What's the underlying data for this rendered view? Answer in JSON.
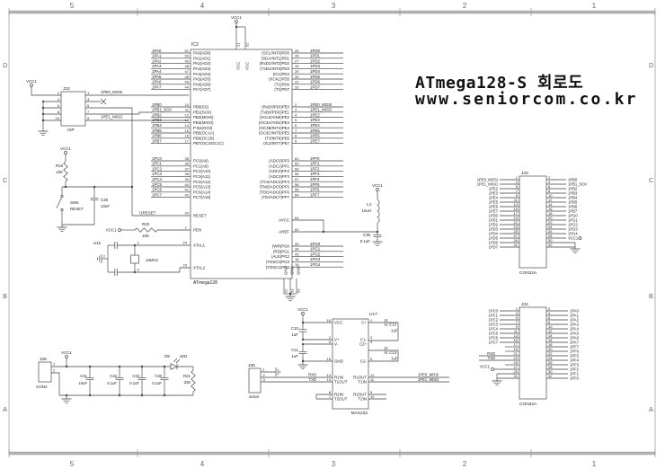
{
  "grid": {
    "cols": [
      "5",
      "4",
      "3",
      "2",
      "1"
    ],
    "rows": [
      "D",
      "C",
      "B",
      "A"
    ]
  },
  "title": {
    "line1": "ATmega128-S 회로도",
    "line2": "www.seniorcom.co.kr"
  },
  "power": {
    "vcc": "VCC1"
  },
  "ic2": {
    "ref": "IC2",
    "part": "ATmega128",
    "top_pins": [
      {
        "pin": "21",
        "name": "VCC"
      },
      {
        "pin": "52",
        "name": "VCC"
      }
    ],
    "bottom_pins": [
      {
        "pin": "22",
        "name": "GND"
      },
      {
        "pin": "53",
        "name": "GND"
      },
      {
        "pin": "63",
        "name": "GND"
      }
    ],
    "left_groups": [
      {
        "rows": [
          {
            "net": "1PA0",
            "pin": "51",
            "name": "PA0(AD0)"
          },
          {
            "net": "1PA1",
            "pin": "50",
            "name": "PA1(AD1)"
          },
          {
            "net": "1PA2",
            "pin": "49",
            "name": "PA2(AD2)"
          },
          {
            "net": "1PA3",
            "pin": "48",
            "name": "PA3(AD3)"
          },
          {
            "net": "1PA4",
            "pin": "47",
            "name": "PA4(AD4)"
          },
          {
            "net": "1PA5",
            "pin": "46",
            "name": "PA5(AD5)"
          },
          {
            "net": "1PA6",
            "pin": "45",
            "name": "PA6(AD6)"
          },
          {
            "net": "1PA7",
            "pin": "44",
            "name": "PA7(AD7)"
          }
        ]
      },
      {
        "rows": [
          {
            "net": "1PB0",
            "pin": "10",
            "name": "PB0(SS)"
          },
          {
            "net": "1PB1_SCK",
            "pin": "11",
            "name": "PB1(SCK)"
          },
          {
            "net": "1PB2",
            "pin": "12",
            "name": "PB2(MOSI)"
          },
          {
            "net": "1PB3",
            "pin": "13",
            "name": "PB3(MISO)"
          },
          {
            "net": "1PB4",
            "pin": "14",
            "name": "P B4(OC0)"
          },
          {
            "net": "1PB5",
            "pin": "15",
            "name": "PB5(OC1A)"
          },
          {
            "net": "1PB6",
            "pin": "16",
            "name": "PB6(OC1B)"
          },
          {
            "net": "1PB7",
            "pin": "17",
            "name": "PB7(OC2/OC1C)"
          }
        ]
      },
      {
        "rows": [
          {
            "net": "1PC0",
            "pin": "35",
            "name": "PC0(A8)"
          },
          {
            "net": "1PC1",
            "pin": "36",
            "name": "PC1(A9)"
          },
          {
            "net": "1PC2",
            "pin": "37",
            "name": "PC2(A10)"
          },
          {
            "net": "1PC3",
            "pin": "38",
            "name": "PC3(A11)"
          },
          {
            "net": "1PC4",
            "pin": "39",
            "name": "PC4(A12)"
          },
          {
            "net": "1PC5",
            "pin": "40",
            "name": "PC5(A13)"
          },
          {
            "net": "1PC6",
            "pin": "41",
            "name": "PC6(A14)"
          },
          {
            "net": "1PC7",
            "pin": "42",
            "name": "PC7(A15)"
          }
        ]
      }
    ],
    "reset": {
      "net": "/1RESET",
      "pin": "20",
      "name": "RESET"
    },
    "pen": {
      "pin": "1",
      "name": "PEN"
    },
    "xtal1": {
      "pin": "24",
      "name": "XTAL1"
    },
    "xtal2": {
      "pin": "23",
      "name": "XTAL2"
    },
    "right_groups": [
      {
        "rows": [
          {
            "name": "(SCL/INT0)PD0",
            "pin": "25",
            "net": "1PD0"
          },
          {
            "name": "(SDA/INT1)PD1",
            "pin": "26",
            "net": "1PD1"
          },
          {
            "name": "(RxD1/INT2)PD2",
            "pin": "27",
            "net": "1PD2"
          },
          {
            "name": "(TxD1/INT3)PD3",
            "pin": "28",
            "net": "1PD3"
          },
          {
            "name": "(IC1)PD4",
            "pin": "29",
            "net": "1PD4"
          },
          {
            "name": "(XCK1)PD5",
            "pin": "30",
            "net": "1PD5"
          },
          {
            "name": "(T1)PD6",
            "pin": "31",
            "net": "1PD6"
          },
          {
            "name": "(T2)PD7",
            "pin": "32",
            "net": "1PD7"
          }
        ]
      },
      {
        "rows": [
          {
            "name": "(RxD0/PDI)PE0",
            "pin": "2",
            "net": "1PE0_MOSI"
          },
          {
            "name": "(TxD0/PDO)PE1",
            "pin": "3",
            "net": "1PE1_MISO"
          },
          {
            "name": "(XCL0/AIN0)PE2",
            "pin": "4",
            "net": "1PE2"
          },
          {
            "name": "(OC3A/AIN1)PE3",
            "pin": "5",
            "net": "1PE3"
          },
          {
            "name": "(OC3B/INT4)PE4",
            "pin": "6",
            "net": "1PE4"
          },
          {
            "name": "(OC3C/INT5)PE5",
            "pin": "7",
            "net": "1PE5"
          },
          {
            "name": "(T3/INT6)PE6",
            "pin": "8",
            "net": "1PE6"
          },
          {
            "name": "(IC3/INT7)PE7",
            "pin": "9",
            "net": "1PE7"
          }
        ]
      },
      {
        "rows": [
          {
            "name": "(ADC0)PF0",
            "pin": "61",
            "net": "1PF0"
          },
          {
            "name": "(ADC1)PF1",
            "pin": "60",
            "net": "1PF1"
          },
          {
            "name": "(ADC2)PF2",
            "pin": "59",
            "net": "1PF2"
          },
          {
            "name": "(ADC3)PF3",
            "pin": "58",
            "net": "1PF3"
          },
          {
            "name": "(TCK/ADC4)PF4",
            "pin": "57",
            "net": "1PF4"
          },
          {
            "name": "(TMS/ADC5)PF5",
            "pin": "56",
            "net": "1PF5"
          },
          {
            "name": "(TDO/ADC6)PF6",
            "pin": "55",
            "net": "1PF6"
          },
          {
            "name": "(TDI/ADC7)PF7",
            "pin": "54",
            "net": "1PF7"
          }
        ]
      }
    ],
    "avcc": {
      "pin": "64",
      "name": "AVCC"
    },
    "aref": {
      "pin": "62",
      "name": "AREF"
    },
    "pg": {
      "rows": [
        {
          "name": "(WR)PG0",
          "pin": "33",
          "net": "1PG0"
        },
        {
          "name": "(RD)PG1",
          "pin": "34",
          "net": "1PG1"
        },
        {
          "name": "(ALE)PG2",
          "pin": "43",
          "net": "1PG2"
        },
        {
          "name": "(TOSC2)PG3",
          "pin": "18",
          "net": "1PG3"
        },
        {
          "name": "(TOSC1)PG4",
          "pin": "19",
          "net": "1PG4"
        }
      ]
    }
  },
  "isp": {
    "ref": "J32",
    "name": "ISP",
    "left_pins": [
      "2",
      "4",
      "6",
      "8",
      "10"
    ],
    "right_pins": [
      "1",
      "3",
      "5",
      "7",
      "9"
    ],
    "mosi_net": "1PE0_MOSI",
    "miso_net": "1PE1_MISO"
  },
  "reset_circuit": {
    "r19_ref": "R19",
    "r19_value": "10K",
    "sw_ref": "SW6",
    "sw_label": "RESET",
    "cap_ref": "C35",
    "cap_value": "10uF"
  },
  "pen_circuit": {
    "r20_ref": "R20",
    "r20_value": "10K"
  },
  "xtal": {
    "ref": "U15",
    "value": "16MHz",
    "pin1": "1",
    "pin2": "2",
    "pin3": "3"
  },
  "avcc_filter": {
    "l_ref": "L4",
    "l_value": "10uH",
    "c_ref": "C36",
    "c_value": "0.1uF"
  },
  "j33": {
    "ref": "J33",
    "name": "CON32A",
    "left": [
      [
        "1PE0_MOSI",
        "1"
      ],
      [
        "1PE1_MISO",
        "3"
      ],
      [
        "1PE2",
        "5"
      ],
      [
        "1PE3",
        "7"
      ],
      [
        "1PE4",
        "9"
      ],
      [
        "1PE5",
        "11"
      ],
      [
        "1PE6",
        "13"
      ],
      [
        "1PE7",
        "15"
      ],
      [
        "1PD0",
        "17"
      ],
      [
        "1PD1",
        "19"
      ],
      [
        "1PD2",
        "21"
      ],
      [
        "1PD3",
        "23"
      ],
      [
        "1PD4",
        "25"
      ],
      [
        "1PD5",
        "27"
      ],
      [
        "1PD6",
        "29"
      ],
      [
        "1PD7",
        "31"
      ]
    ],
    "right": [
      [
        "2",
        "1PB0"
      ],
      [
        "4",
        "1PB1_SCK"
      ],
      [
        "6",
        "1PB2"
      ],
      [
        "8",
        "1PB3"
      ],
      [
        "10",
        "1PB4"
      ],
      [
        "12",
        "1PB5"
      ],
      [
        "14",
        "1PB6"
      ],
      [
        "16",
        "1PB7"
      ],
      [
        "18",
        "1PG0"
      ],
      [
        "20",
        "1PG1"
      ],
      [
        "22",
        "1PG2"
      ],
      [
        "24",
        "1PG3"
      ],
      [
        "26",
        "1PG4"
      ],
      [
        "28",
        "VCC1"
      ],
      [
        "30",
        ""
      ],
      [
        "32",
        ""
      ]
    ]
  },
  "j34": {
    "ref": "J34",
    "name": "CON32A",
    "left": [
      [
        "1PC0",
        "1"
      ],
      [
        "1PC1",
        "3"
      ],
      [
        "1PC2",
        "5"
      ],
      [
        "1PC3",
        "7"
      ],
      [
        "1PC4",
        "9"
      ],
      [
        "1PC5",
        "11"
      ],
      [
        "1PC6",
        "13"
      ],
      [
        "1PC7",
        "15"
      ],
      [
        "",
        "17"
      ],
      [
        "",
        "19"
      ],
      [
        "RXD",
        "21"
      ],
      [
        "TXD",
        "23"
      ],
      [
        "",
        "25"
      ],
      [
        "VCC1",
        "27"
      ],
      [
        "",
        "29"
      ],
      [
        "",
        "31"
      ]
    ],
    "right": [
      [
        "2",
        "1PA0"
      ],
      [
        "4",
        "1PA1"
      ],
      [
        "6",
        "1PA2"
      ],
      [
        "8",
        "1PA3"
      ],
      [
        "10",
        "1PA4"
      ],
      [
        "12",
        "1PA5"
      ],
      [
        "14",
        "1PA6"
      ],
      [
        "16",
        "1PA7"
      ],
      [
        "18",
        "1PF7"
      ],
      [
        "20",
        "1PF6"
      ],
      [
        "22",
        "1PF5"
      ],
      [
        "24",
        "1PF4"
      ],
      [
        "26",
        "1PF3"
      ],
      [
        "28",
        "1PF2"
      ],
      [
        "30",
        "1PF1"
      ],
      [
        "32",
        "1PF0"
      ]
    ]
  },
  "max232": {
    "ref": "U17",
    "part": "MAX232",
    "left_pins": [
      [
        "16",
        "VCC"
      ],
      [
        "2",
        "V+"
      ],
      [
        "6",
        "V-"
      ],
      [
        "15",
        "GND"
      ],
      [
        "13",
        "R1IN"
      ],
      [
        "14",
        "T1OUT"
      ],
      [
        "8",
        "R2IN"
      ],
      [
        "7",
        "T2OUT"
      ]
    ],
    "right_pins": [
      [
        "1",
        "C+"
      ],
      [
        "3",
        "C1-"
      ],
      [
        "4",
        "C2+"
      ],
      [
        "5",
        "C2-"
      ],
      [
        "12",
        "R1OUT"
      ],
      [
        "11",
        "T1IN"
      ],
      [
        "9",
        "R2OUT"
      ],
      [
        "10",
        "T2IN"
      ]
    ],
    "c10_ref": "C10",
    "c10_value": "1uF",
    "c11_ref": "C11",
    "c11_value": "1uF",
    "c12_ref": "C12",
    "c12_value": "1uF",
    "c13_ref": "C13",
    "c13_value": "1uF",
    "rxd": "RXD",
    "txd": "TXD",
    "mosi_net": "1PE0_MOSI",
    "miso_net": "1PE1_MISO"
  },
  "j35": {
    "ref": "J35",
    "name": "serial",
    "pins": [
      "1",
      "2",
      "3"
    ]
  },
  "led_circuit": {
    "j36_ref": "J36",
    "j36_name": "CON2",
    "pin1": "1",
    "pin2": "2",
    "caps": [
      [
        "C41",
        "10uF"
      ],
      [
        "C42",
        "0.1uF"
      ],
      [
        "C43",
        "0.1uF"
      ],
      [
        "C40",
        "0.1uF"
      ]
    ],
    "led_ref": "D5",
    "led_name": "LED",
    "r_ref": "R21",
    "r_value": "330"
  }
}
